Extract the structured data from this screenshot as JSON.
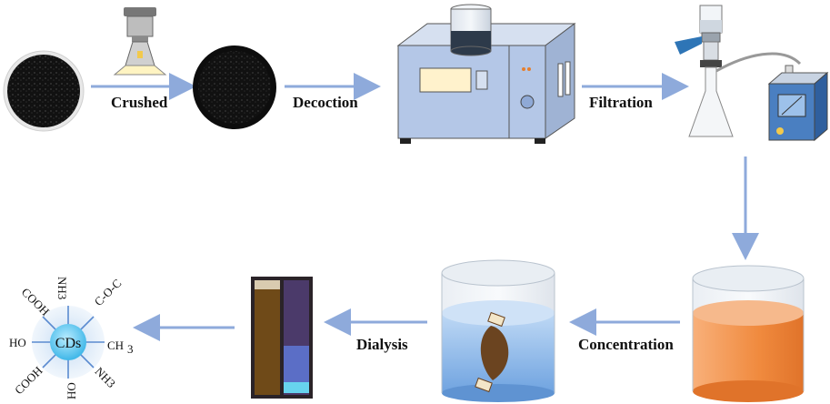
{
  "steps": {
    "crushed": "Crushed",
    "decoction": "Decoction",
    "filtration": "Filtration",
    "concentration": "Concentration",
    "dialysis": "Dialysis"
  },
  "carbon_dot": {
    "core_label": "CDs",
    "groups": {
      "top_left": "COOH",
      "top": "NH",
      "top_sub": "3",
      "top_right": "C-O-C",
      "left": "HO",
      "right": "CH",
      "right_sub": "3",
      "bottom_left": "COOH",
      "bottom": "HO",
      "bottom_right": "NH",
      "bottom_right_sub": "3"
    }
  },
  "colors": {
    "arrow": "#8EAADB",
    "oven_body": "#B4C7E7",
    "oven_panel": "#D6E0F0",
    "display": "#FFF2CC",
    "liquid_orange": "#F4A36A",
    "cd_core": "#7FD4F5",
    "cd_halo": "#C5DDF5"
  },
  "icons": {
    "raw_material": "charcoal-powder-icon",
    "crusher": "grinder-icon",
    "powder": "black-powder-disc-icon",
    "oven": "heating-oven-icon",
    "filter": "vacuum-filtration-icon",
    "pump": "vacuum-pump-icon",
    "concentrate": "orange-liquid-beaker-icon",
    "dialysis": "dialysis-bag-beaker-icon",
    "cuvettes": "fluorescence-cuvettes-icon",
    "cd": "carbon-dot-icon"
  }
}
